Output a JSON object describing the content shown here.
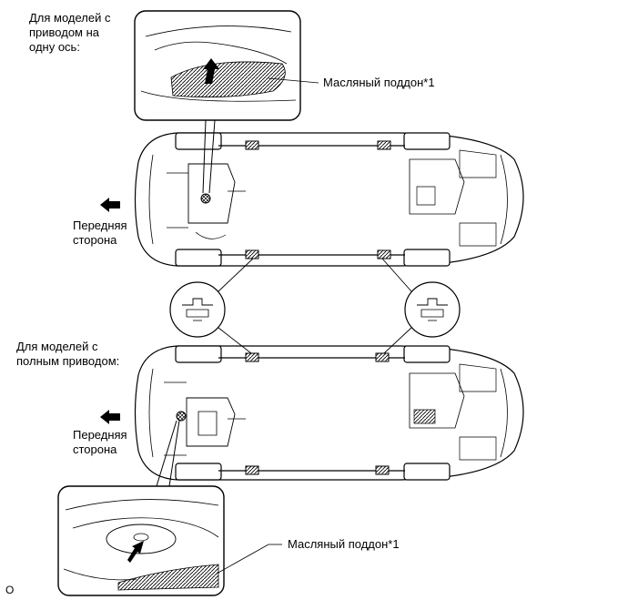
{
  "labels": {
    "top_caption": "Для моделей с\nприводом на\nодну ось:",
    "oil_pan_top": "Масляный поддон*1",
    "front_side_top": "Передняя\nсторона",
    "bottom_caption": "Для моделей с\nполным приводом:",
    "front_side_bottom": "Передняя\nсторона",
    "oil_pan_bottom": "Масляный поддон*1",
    "corner_code": "O"
  }
}
